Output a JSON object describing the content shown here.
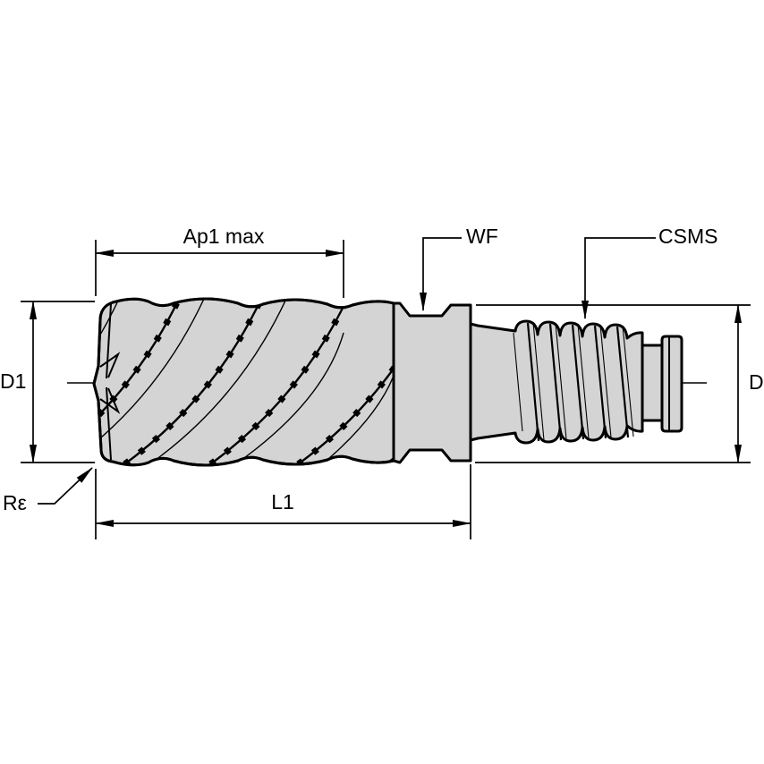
{
  "figure": {
    "background": "#ffffff",
    "line_color": "#000000",
    "body_fill": "#d4d4d4",
    "labels": {
      "ap1_max": "Ap1 max",
      "wf": "WF",
      "csms": "CSMS",
      "d1": "D1",
      "d": "D",
      "r_epsilon": "Rε",
      "l1": "L1"
    }
  }
}
